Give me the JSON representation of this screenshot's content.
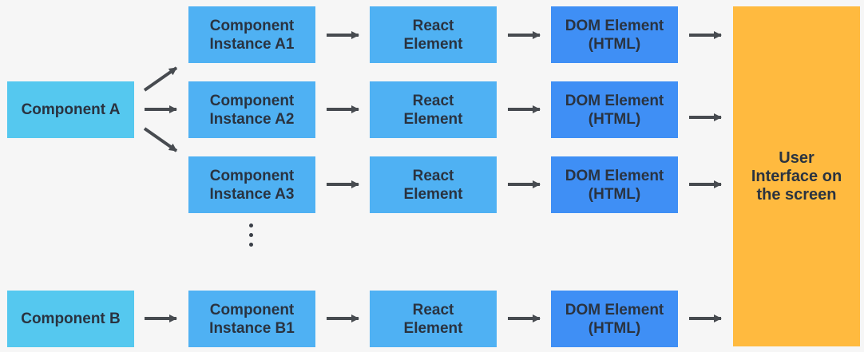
{
  "components": {
    "a": "Component A",
    "b": "Component B"
  },
  "instances": {
    "a1": "Component\nInstance A1",
    "a2": "Component\nInstance A2",
    "a3": "Component\nInstance A3",
    "b1": "Component\nInstance B1"
  },
  "react_element": "React\nElement",
  "dom_element": "DOM Element\n(HTML)",
  "ui": "User\nInterface on\nthe screen",
  "colors": {
    "background": "#f6f6f6",
    "component": "#55c8ef",
    "instance": "#4fb1f3",
    "react": "#4fb1f3",
    "dom": "#3f8ff5",
    "ui": "#ffba3f",
    "arrow": "#474b50",
    "text": "#2a3340"
  }
}
